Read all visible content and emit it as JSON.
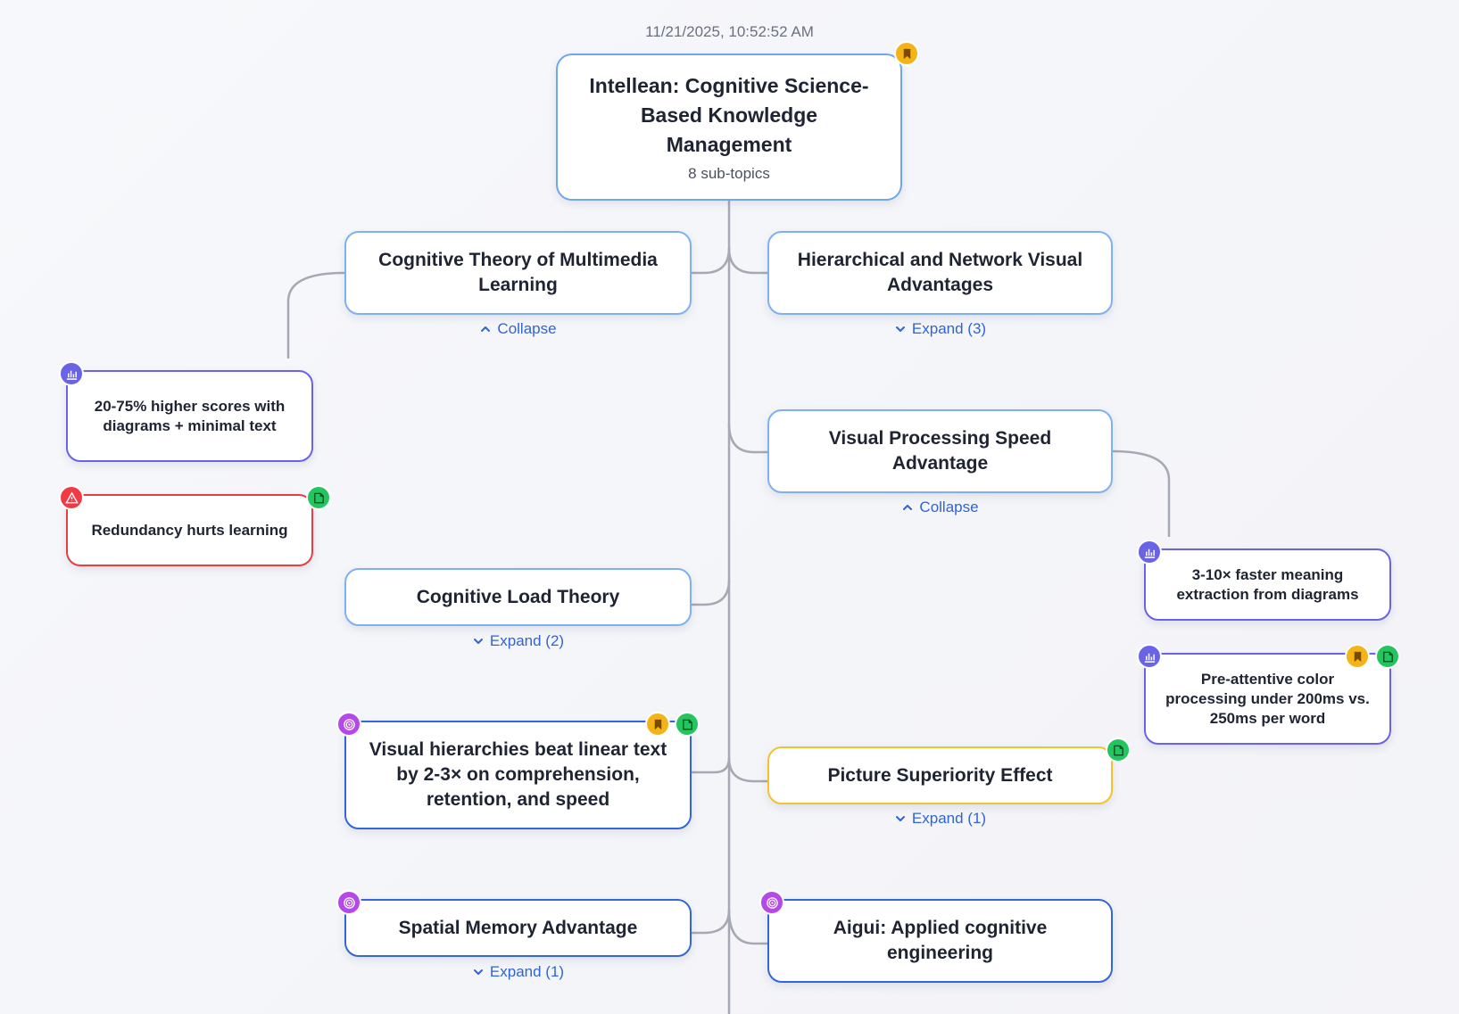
{
  "timestamp": "11/21/2025, 10:52:52 AM",
  "root": {
    "title": "Intellean: Cognitive Science-Based Knowledge Management",
    "subtitle": "8 sub-topics"
  },
  "topics": {
    "cognitive_theory_multimedia": {
      "title": "Cognitive Theory of Multimedia Learning",
      "toggle": "Collapse"
    },
    "hierarchical_network": {
      "title": "Hierarchical and Network Visual Advantages",
      "toggle": "Expand (3)"
    },
    "visual_processing_speed": {
      "title": "Visual Processing Speed Advantage",
      "toggle": "Collapse"
    },
    "cognitive_load": {
      "title": "Cognitive Load Theory",
      "toggle": "Expand (2)"
    },
    "visual_hierarchies": {
      "title": "Visual hierarchies beat linear text by 2-3× on comprehension, retention, and speed"
    },
    "picture_superiority": {
      "title": "Picture Superiority Effect",
      "toggle": "Expand (1)"
    },
    "spatial_memory": {
      "title": "Spatial Memory Advantage",
      "toggle": "Expand (1)"
    },
    "aigui": {
      "title": "Aigui: Applied cognitive engineering"
    }
  },
  "leaves": {
    "higher_scores": "20-75% higher scores with diagrams + minimal text",
    "redundancy": "Redundancy hurts learning",
    "faster_meaning": "3-10× faster meaning extraction from diagrams",
    "preattentive": "Pre-attentive color processing under 200ms vs. 250ms per word"
  },
  "icons": {
    "bookmark": "bookmark-icon",
    "note": "note-icon",
    "stat": "bar-chart-icon",
    "alert": "warning-icon",
    "target": "target-icon",
    "expand": "chevron-down-icon",
    "collapse": "chevron-up-icon"
  },
  "colors": {
    "topic_border": "#7fb0f1",
    "strong_border": "#3566d8",
    "gold_border": "#f4c22f",
    "stat_border": "#6b63e6",
    "warn_border": "#ea3d43",
    "link_blue": "#2f63d6",
    "connector": "#a6a9b3"
  }
}
